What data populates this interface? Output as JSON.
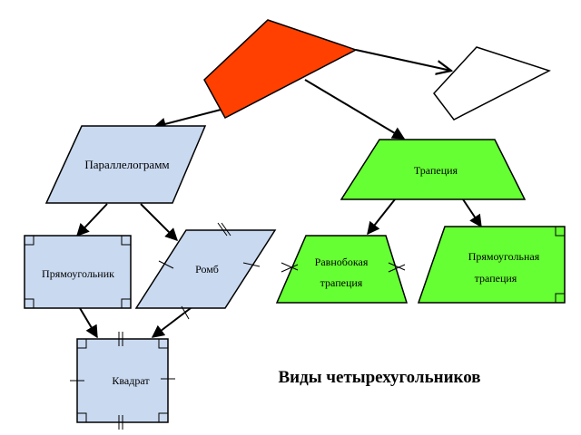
{
  "title": "Виды четырехугольников",
  "labels": {
    "parallelogram": "Параллелограмм",
    "trapezoid": "Трапеция",
    "rectangle": "Прямоугольник",
    "rhombus": "Ромб",
    "isosceles_line1": "Равнобокая",
    "isosceles_line2": "трапеция",
    "right_trap_line1": "Прямоугольная",
    "right_trap_line2": "трапеция",
    "square": "Квадрат"
  },
  "colors": {
    "root": "#ff4000",
    "blue_shape": "#c9d9f0",
    "green_shape": "#66ff33",
    "outline": "#000000",
    "other": "#ffffff"
  }
}
